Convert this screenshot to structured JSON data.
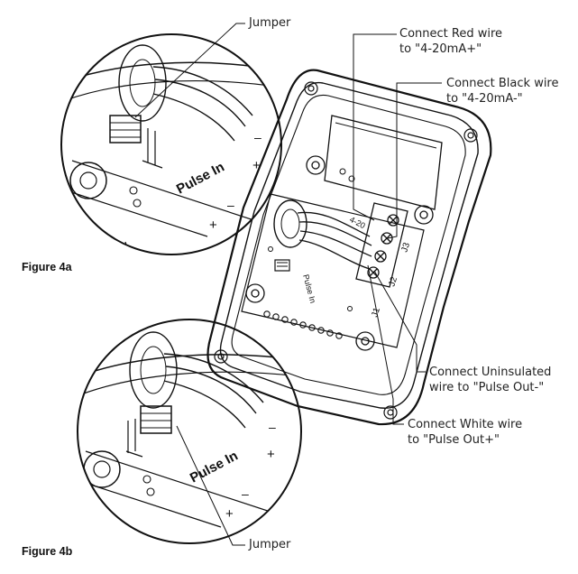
{
  "figures": {
    "fig4a": {
      "caption": "Figure 4a",
      "jumper_label": "Jumper",
      "pulse_in": "Pulse In",
      "plus": "+",
      "minus": "–"
    },
    "fig4b": {
      "caption": "Figure 4b",
      "jumper_label": "Jumper",
      "pulse_in": "Pulse In",
      "plus": "+",
      "minus": "–"
    }
  },
  "enclosure": {
    "terminal_4_20": "4-20",
    "connector_j3": "J3",
    "connector_j2": "J2",
    "connector_j1": "J1",
    "board_pulse_in": "Pulse In"
  },
  "callouts": {
    "red_wire": {
      "line1": "Connect Red wire",
      "line2": "to \"4-20mA+\""
    },
    "black_wire": {
      "line1": "Connect Black wire",
      "line2": "to \"4-20mA-\""
    },
    "uninsulated_wire": {
      "line1": "Connect Uninsulated",
      "line2": "wire to \"Pulse Out-\""
    },
    "white_wire": {
      "line1": "Connect White wire",
      "line2": "to \"Pulse Out+\""
    }
  }
}
